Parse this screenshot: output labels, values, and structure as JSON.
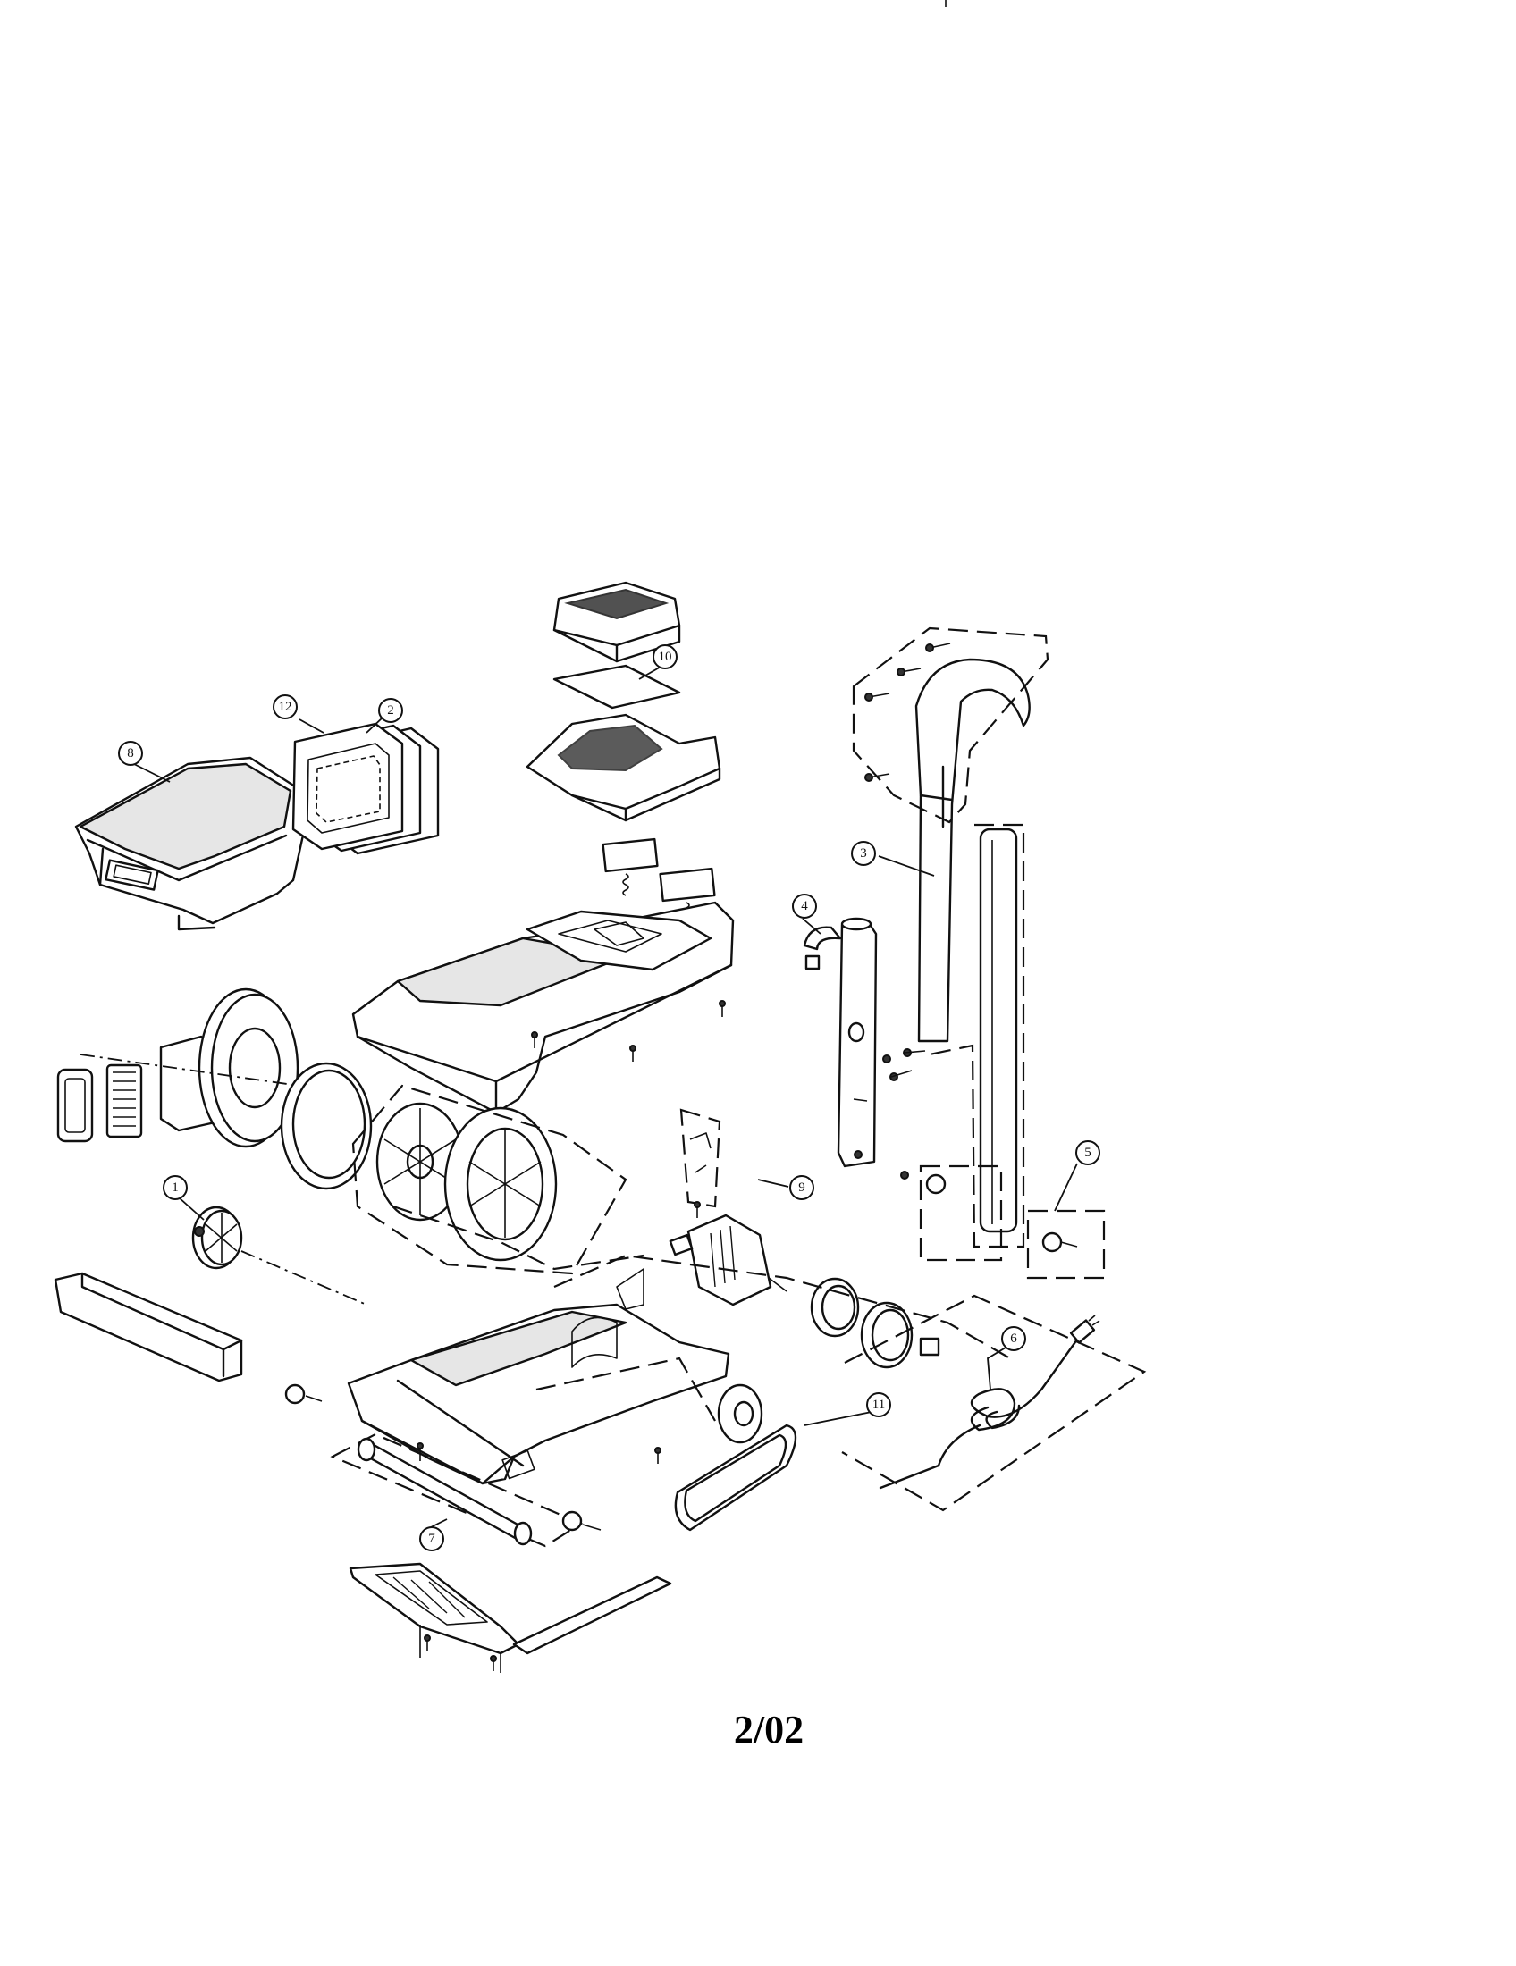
{
  "page_code": "2/02",
  "callouts": [
    {
      "id": "callout-1",
      "label": "1"
    },
    {
      "id": "callout-2",
      "label": "2"
    },
    {
      "id": "callout-3",
      "label": "3"
    },
    {
      "id": "callout-4",
      "label": "4"
    },
    {
      "id": "callout-5",
      "label": "5"
    },
    {
      "id": "callout-6",
      "label": "6"
    },
    {
      "id": "callout-7",
      "label": "7"
    },
    {
      "id": "callout-8",
      "label": "8"
    },
    {
      "id": "callout-9",
      "label": "9"
    },
    {
      "id": "callout-10",
      "label": "10"
    },
    {
      "id": "callout-11",
      "label": "11"
    },
    {
      "id": "callout-12",
      "label": "12"
    }
  ]
}
